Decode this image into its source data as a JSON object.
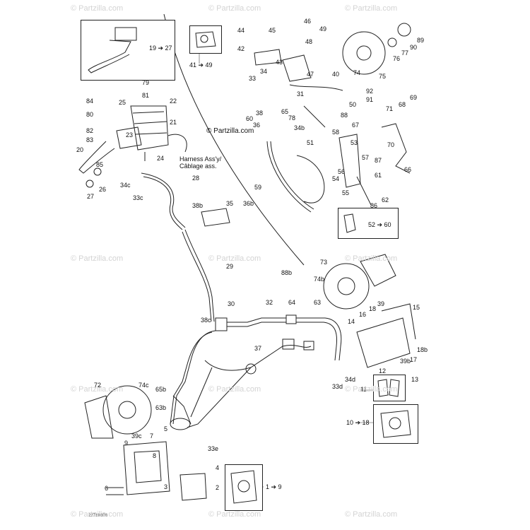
{
  "watermark": "© Partzilla.com",
  "center_logo": "© Partzilla.com",
  "diagram_code": "22Tb0308",
  "harness_label": [
    "Harness Ass'y/",
    "Câblage ass."
  ],
  "range_boxes": [
    {
      "id": "lever",
      "label": "19 ➔ 27"
    },
    {
      "id": "caliper-top",
      "label": "41 ➔ 49"
    },
    {
      "id": "switch",
      "label": "52 ➔ 60"
    },
    {
      "id": "pads-right",
      "label": "11"
    },
    {
      "id": "caliper-right",
      "label": "10 ➔ 18"
    },
    {
      "id": "caliper-bottom",
      "label": "1 ➔ 9"
    }
  ],
  "callouts": {
    "master_cyl": [
      "79",
      "81",
      "84",
      "25",
      "22",
      "21",
      "80",
      "82",
      "83",
      "85",
      "20",
      "23",
      "24",
      "26",
      "27"
    ],
    "top_caliper": [
      "46",
      "45",
      "44",
      "49",
      "48",
      "42",
      "43",
      "47",
      "40",
      "34",
      "33",
      "74",
      "89",
      "90",
      "77",
      "76",
      "75",
      "31",
      "92",
      "91",
      "50",
      "88",
      "65",
      "78",
      "67",
      "34b"
    ],
    "center": [
      "36",
      "38",
      "60",
      "34c",
      "33c",
      "28",
      "38b",
      "35",
      "36b",
      "59",
      "58",
      "53",
      "51",
      "57",
      "87",
      "56",
      "54",
      "55",
      "61",
      "62",
      "86",
      "71",
      "69",
      "68",
      "70",
      "66"
    ],
    "lower": [
      "29",
      "30",
      "32",
      "64",
      "63",
      "38c",
      "37",
      "88b",
      "73",
      "74b",
      "72",
      "74c",
      "65b",
      "63b",
      "39",
      "15",
      "16",
      "18",
      "14",
      "17",
      "33d",
      "34d",
      "12",
      "13",
      "39b",
      "18b"
    ],
    "bottom": [
      "9",
      "39c",
      "7",
      "5",
      "8",
      "33e",
      "6",
      "3",
      "4",
      "2"
    ]
  }
}
